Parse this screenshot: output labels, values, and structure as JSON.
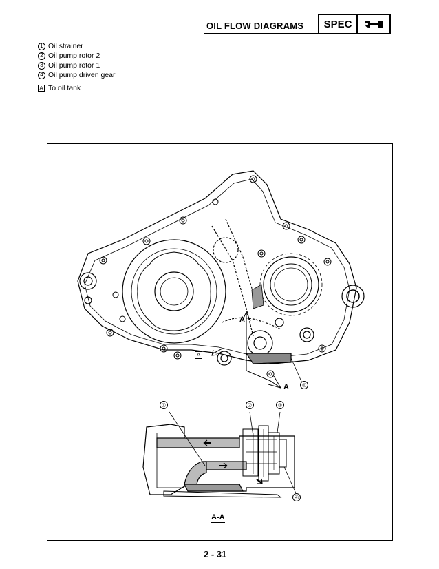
{
  "header": {
    "title": "OIL FLOW DIAGRAMS",
    "spec_label": "SPEC",
    "spec_icon": "wrench-icon"
  },
  "legend": {
    "items": [
      {
        "num": "1",
        "symbol": "①",
        "label": "Oil strainer"
      },
      {
        "num": "2",
        "symbol": "②",
        "label": "Oil pump rotor 2"
      },
      {
        "num": "3",
        "symbol": "③",
        "label": "Oil pump rotor 1"
      },
      {
        "num": "4",
        "symbol": "④",
        "label": "Oil pump driven gear"
      }
    ],
    "note_letter": "A",
    "note_label": "To oil tank"
  },
  "figure": {
    "section_letter_top": "A",
    "section_letter_bottom": "A",
    "tank_box_letter": "A",
    "callout_1": "①",
    "callout_1_lower": "①",
    "callout_2": "②",
    "callout_3": "③",
    "callout_4": "④",
    "section_label": "A-A"
  },
  "footer": {
    "page_number": "2 - 31"
  }
}
